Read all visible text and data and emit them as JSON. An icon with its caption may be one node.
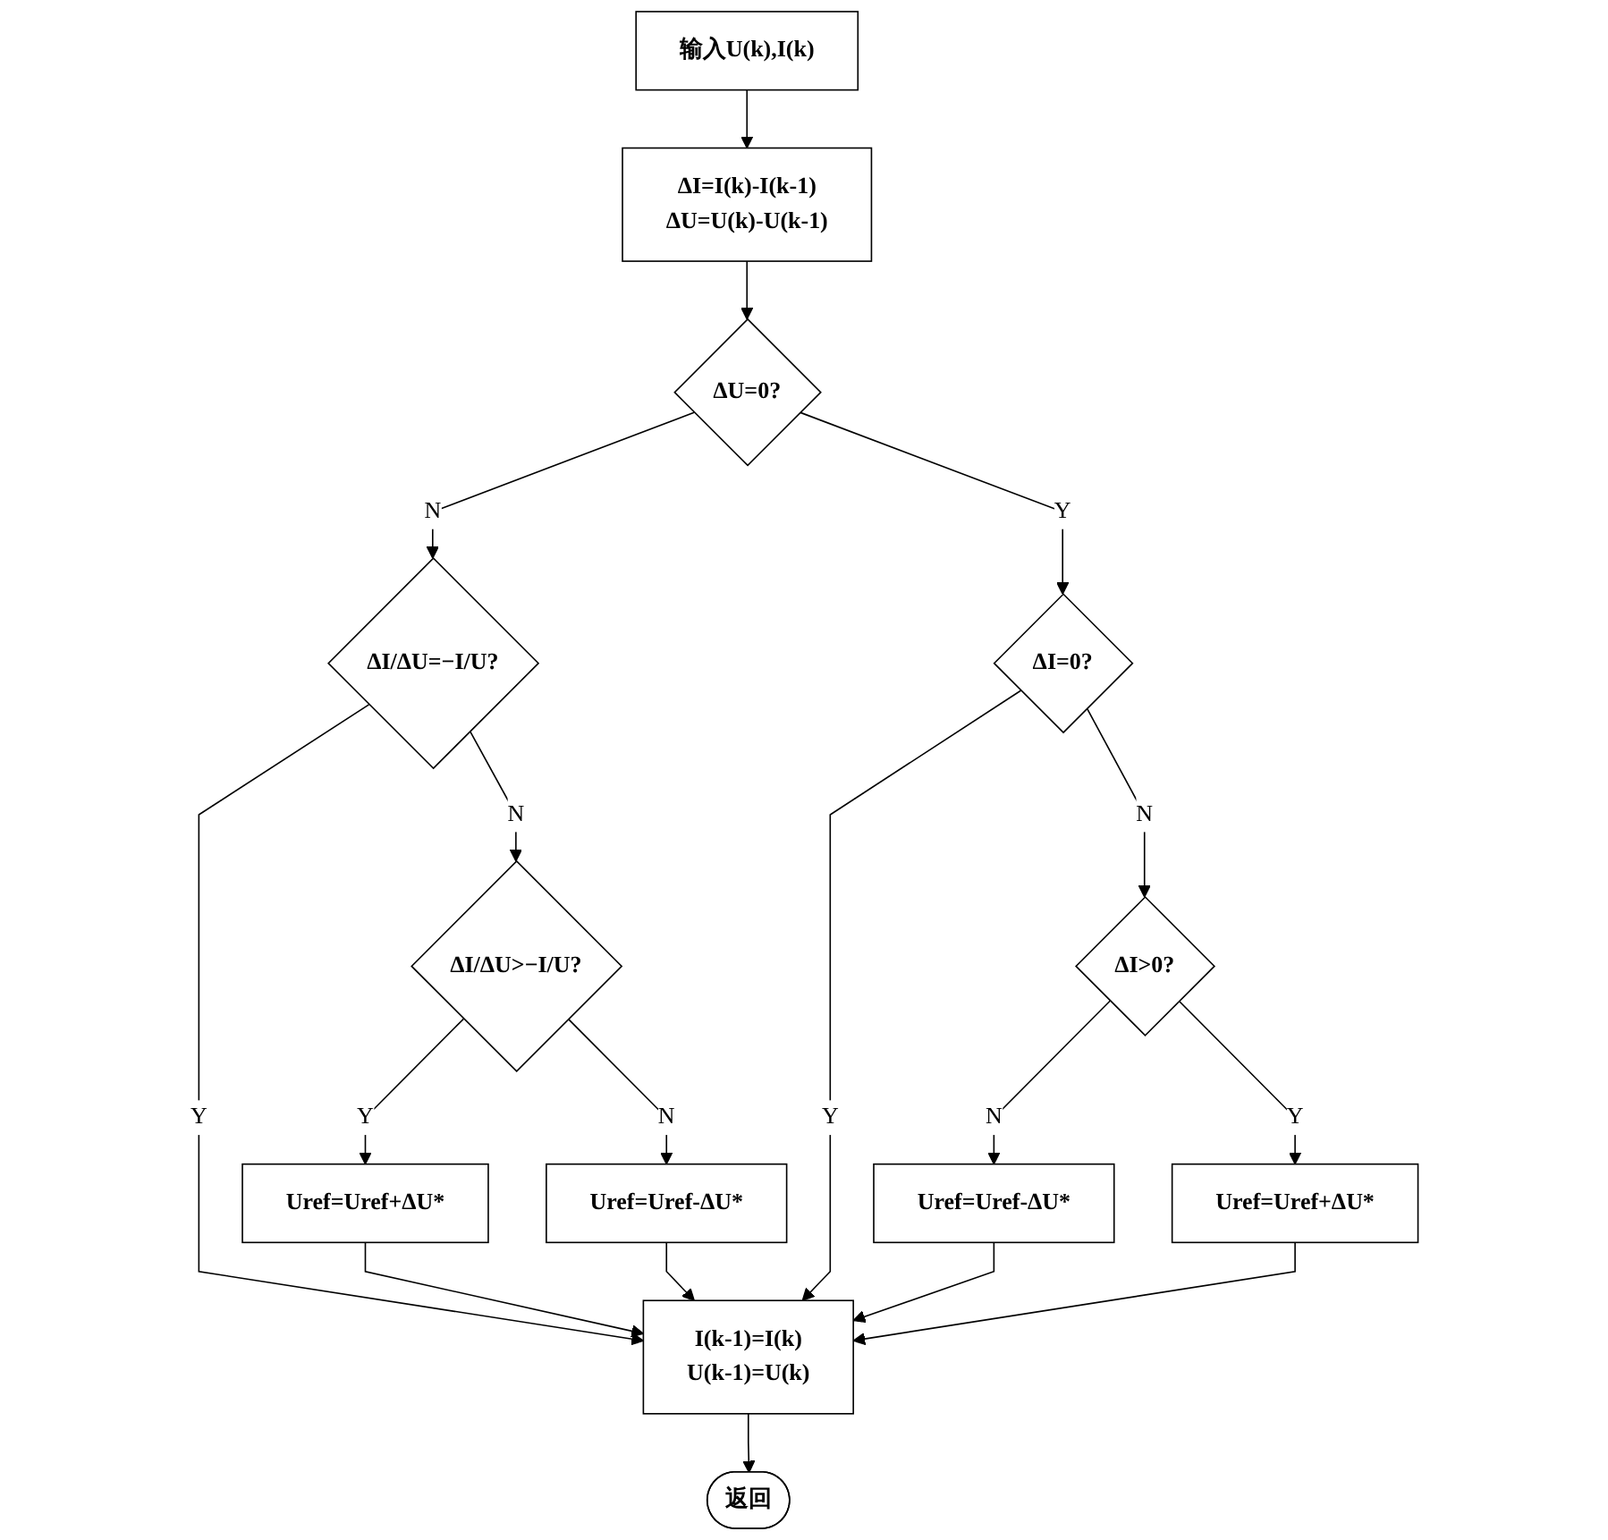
{
  "diagram": {
    "nodes": [
      {
        "text": [
          "输入U(k),I(k)"
        ]
      },
      {
        "text": [
          "ΔI=I(k)-I(k-1)",
          "ΔU=U(k)-U(k-1)"
        ]
      },
      {
        "text": [
          "ΔU=0?"
        ]
      },
      {
        "text": [
          "ΔI/ΔU=−I/U?"
        ]
      },
      {
        "text": [
          "ΔI=0?"
        ]
      },
      {
        "text": [
          "ΔI/ΔU>−I/U?"
        ]
      },
      {
        "text": [
          "ΔI>0?"
        ]
      },
      {
        "text": [
          "Uref=Uref+ΔU*"
        ]
      },
      {
        "text": [
          "Uref=Uref-ΔU*"
        ]
      },
      {
        "text": [
          "Uref=Uref-ΔU*"
        ]
      },
      {
        "text": [
          "Uref=Uref+ΔU*"
        ]
      },
      {
        "text": [
          "I(k-1)=I(k)",
          "U(k-1)=U(k)"
        ]
      },
      {
        "text": [
          "返回"
        ]
      }
    ],
    "edges": [
      {
        "from": 0,
        "to": 1,
        "arrow": "to"
      },
      {
        "from": 1,
        "to": 2,
        "arrow": "to"
      },
      {
        "from": 2,
        "to": 3,
        "arrow": "to",
        "label": "N"
      },
      {
        "from": 2,
        "to": 4,
        "arrow": "to",
        "label": "Y"
      },
      {
        "from": 3,
        "to": 11,
        "arrow": "to",
        "label": "Y"
      },
      {
        "from": 3,
        "to": 5,
        "arrow": "to",
        "label": "N"
      },
      {
        "from": 4,
        "to": 11,
        "arrow": "to",
        "label": "Y"
      },
      {
        "from": 4,
        "to": 6,
        "arrow": "to",
        "label": "N"
      },
      {
        "from": 5,
        "to": 7,
        "arrow": "to",
        "label": "Y"
      },
      {
        "from": 5,
        "to": 8,
        "arrow": "to",
        "label": "N"
      },
      {
        "from": 6,
        "to": 9,
        "arrow": "to",
        "label": "N"
      },
      {
        "from": 6,
        "to": 10,
        "arrow": "to",
        "label": "Y"
      },
      {
        "from": 7,
        "to": 11,
        "arrow": "to"
      },
      {
        "from": 8,
        "to": 11,
        "arrow": "to"
      },
      {
        "from": 9,
        "to": 11,
        "arrow": "to"
      },
      {
        "from": 10,
        "to": 11,
        "arrow": "to"
      },
      {
        "from": 11,
        "to": 12,
        "arrow": "to"
      }
    ]
  }
}
